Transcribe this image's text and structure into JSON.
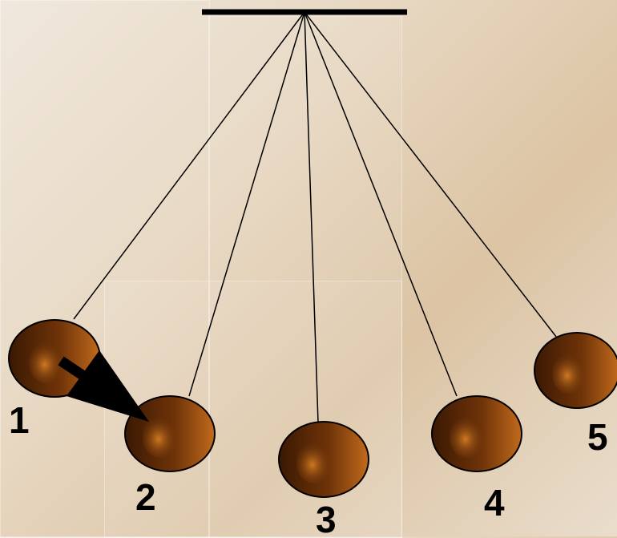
{
  "diagram": {
    "balls": [
      {
        "label": "1"
      },
      {
        "label": "2"
      },
      {
        "label": "3"
      },
      {
        "label": "4"
      },
      {
        "label": "5"
      }
    ],
    "colors": {
      "ball_dark": "#4a2104",
      "ball_light": "#c26a1c",
      "string": "#000000",
      "arrow": "#000000"
    }
  }
}
